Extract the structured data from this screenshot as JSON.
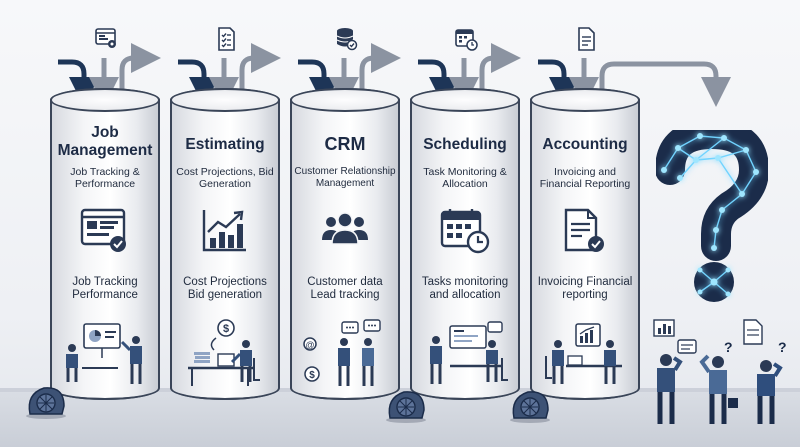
{
  "columns": [
    {
      "title": "Job Management",
      "subtitle": "Job Tracking & Performance",
      "description": "Job Tracking Performance",
      "icon": "dashboard-icon",
      "top_icon": "app-window-gear-icon"
    },
    {
      "title": "Estimating",
      "subtitle": "Cost Projections, Bid Generation",
      "description": "Cost Projections Bid generation",
      "icon": "growth-chart-icon",
      "top_icon": "checklist-document-icon"
    },
    {
      "title": "CRM",
      "subtitle": "Customer Relationship Management",
      "description": "Customer data Lead tracking",
      "icon": "people-group-icon",
      "top_icon": "database-check-icon"
    },
    {
      "title": "Scheduling",
      "subtitle": "Task Monitoring & Allocation",
      "description": "Tasks monitoring and allocation",
      "icon": "calendar-clock-icon",
      "top_icon": "calendar-clock-icon"
    },
    {
      "title": "Accounting",
      "subtitle": "Invoicing and Financial Reporting",
      "description": "Invoicing Financial reporting",
      "icon": "invoice-check-icon",
      "top_icon": "document-icon"
    }
  ],
  "colors": {
    "navy": "#1d3557",
    "grey_arrow": "#8b93a1",
    "glow": "#6fd3ff",
    "cylinder_outline": "#3a4558"
  },
  "question_mark": {
    "icon": "network-question-mark-icon"
  }
}
